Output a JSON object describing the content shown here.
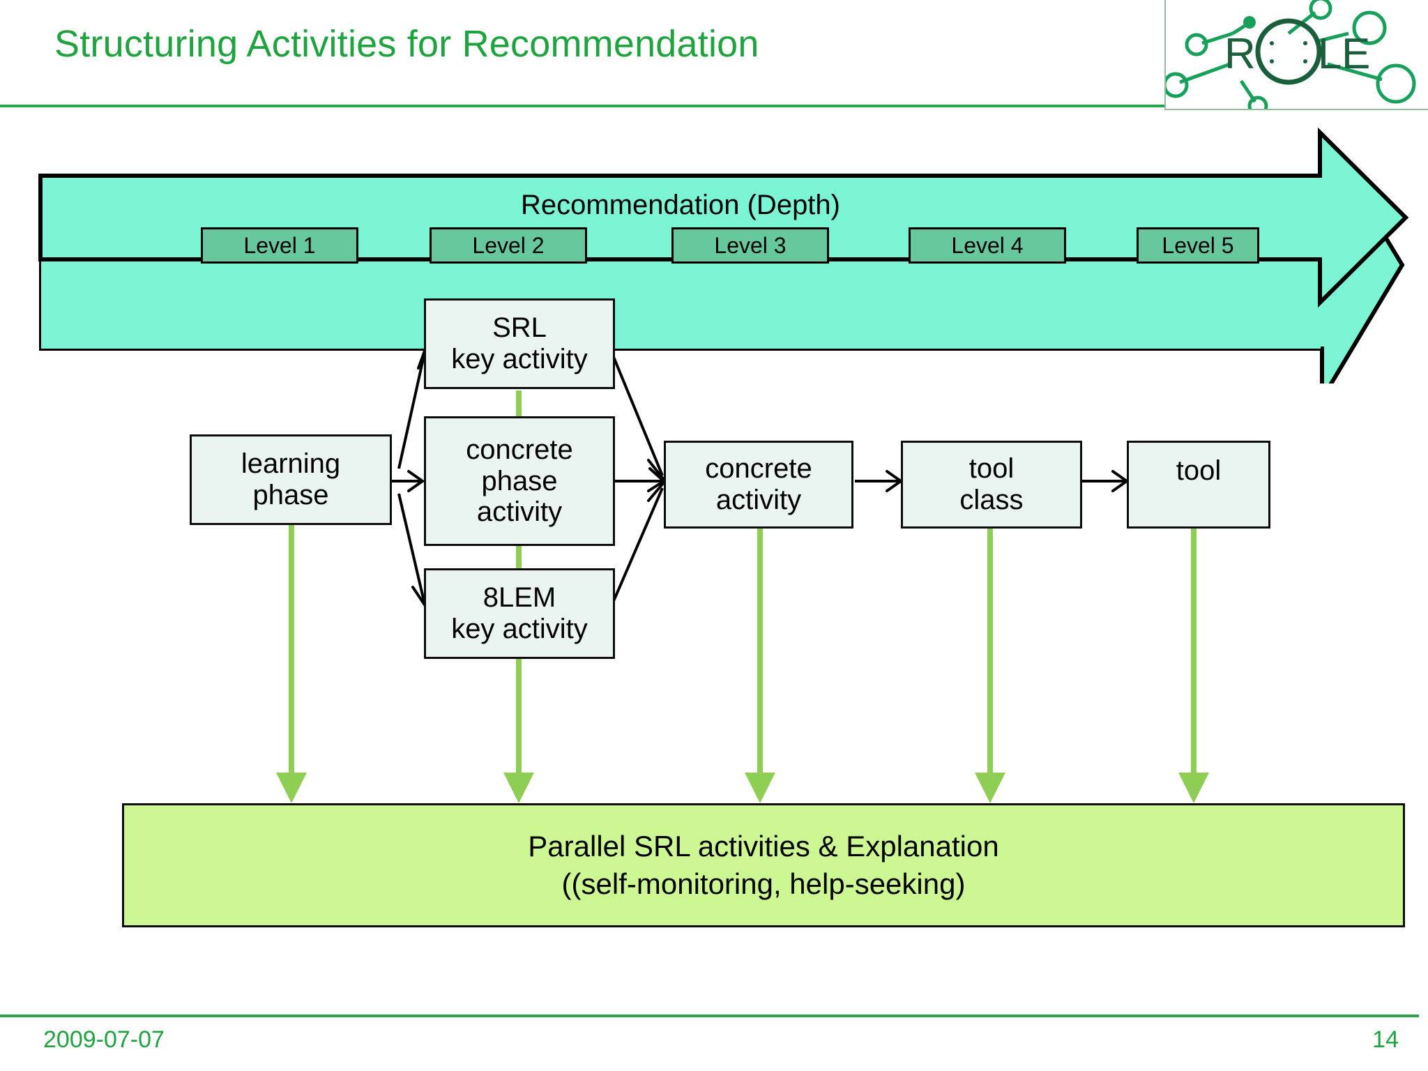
{
  "slide": {
    "title": "Structuring Activities for Recommendation",
    "logo_alt": "ROLE logo",
    "accent_green": "#2ba44b",
    "title_green": "#1fa33f"
  },
  "banner": {
    "caption": "Recommendation (Depth)",
    "fill": "#7cf5d5",
    "level_fill": "#66c89c",
    "levels": [
      {
        "label": "Level 1"
      },
      {
        "label": "Level 2"
      },
      {
        "label": "Level 3"
      },
      {
        "label": "Level 4"
      },
      {
        "label": "Level 5"
      }
    ]
  },
  "flow": {
    "box_fill": "#eaf5f1",
    "nodes": [
      {
        "id": "learning-phase",
        "lines": [
          "learning",
          "phase"
        ]
      },
      {
        "id": "srl-key-activity",
        "lines": [
          "SRL",
          "key activity"
        ]
      },
      {
        "id": "concrete-phase-activity",
        "lines": [
          "concrete",
          "phase",
          "activity"
        ]
      },
      {
        "id": "8lem-key-activity",
        "lines": [
          "8LEM",
          "key activity"
        ]
      },
      {
        "id": "concrete-activity",
        "lines": [
          "concrete",
          "activity"
        ]
      },
      {
        "id": "tool-class",
        "lines": [
          "tool",
          "class"
        ]
      },
      {
        "id": "tool",
        "lines": [
          "tool"
        ]
      }
    ]
  },
  "band": {
    "line1": "Parallel SRL activities & Explanation",
    "line2": "((self-monitoring, help-seeking)",
    "fill": "#ccf793",
    "arrow_color": "#8fce55"
  },
  "footer": {
    "date": "2009-07-07",
    "page": "14"
  }
}
